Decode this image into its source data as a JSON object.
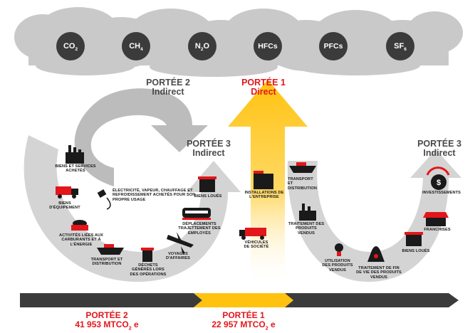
{
  "colors": {
    "accent_red": "#e3161b",
    "accent_yellow": "#ffc20e",
    "arrow_grey": "#b9b9b9",
    "cloud_grey": "#c9c9c9",
    "dark": "#3b3b3b"
  },
  "gases": [
    {
      "main": "CO",
      "sub": "2"
    },
    {
      "main": "CH",
      "sub": "4"
    },
    {
      "main": "N",
      "sub": "2",
      "tail": "O"
    },
    {
      "main": "HFCs",
      "sub": ""
    },
    {
      "main": "PFCs",
      "sub": ""
    },
    {
      "main": "SF",
      "sub": "6"
    }
  ],
  "scopes": {
    "scope2": {
      "line1": "PORTÉE 2",
      "line2": "Indirect"
    },
    "scope1": {
      "line1": "PORTÉE 1",
      "line2": "Direct"
    },
    "scope3_up": {
      "line1": "PORTÉE 3",
      "line2": "Indirect"
    },
    "scope3_down": {
      "line1": "PORTÉE 3",
      "line2": "Indirect"
    }
  },
  "items": {
    "purchased_goods": "BIENS ET SERVICES ACHETÉS",
    "capital_goods": "BIENS D'ÉQUIPEMENT",
    "electricity": "ÉLECTRICITÉ, VAPEUR, CHAUFFAGE ET REFROIDISSEMENT ACHETÉS POUR SON PROPRE USAGE",
    "fuel_energy": "ACTIVITÉS LIÉES AUX CARBURANTS ET À L'ÉNERGIE",
    "transport_up": "TRANSPORT ET DISTRIBUTION",
    "waste": "DÉCHETS GÉNÉRÉS LORS DES OPÉRATIONS",
    "business_travel": "VOYAGES D'AFFAIRES",
    "commuting": "DÉPLACEMENTS TRAJETTEMENT DES EMPLOYÉS",
    "leased_up": "BIENS LOUÉS",
    "facilities": "INSTALLATIONS DE L'ENTREPRISE",
    "vehicles": "VÉHICULES DE SOCIÉTÉ",
    "transport_down": "TRANSPORT ET DISTRIBUTION",
    "processing": "TRAITEMENT DES PRODUITS VENDUS",
    "use_products": "UTILISATION DES PRODUITS VENDUS",
    "end_of_life": "TRAITEMENT DE FIN DE VIE DES PRODUITS VENDUS",
    "leased_down": "BIENS LOUÉS",
    "franchises": "FRANCHISES",
    "investments": "INVESTISSEMENTS"
  },
  "totals": {
    "scope2": {
      "title": "PORTÉE 2",
      "value": "41 953 MTCO",
      "sub": "2",
      "unit": " e"
    },
    "scope1": {
      "title": "PORTÉE 1",
      "value": "22 957 MTCO",
      "sub": "2",
      "unit": " e"
    }
  }
}
